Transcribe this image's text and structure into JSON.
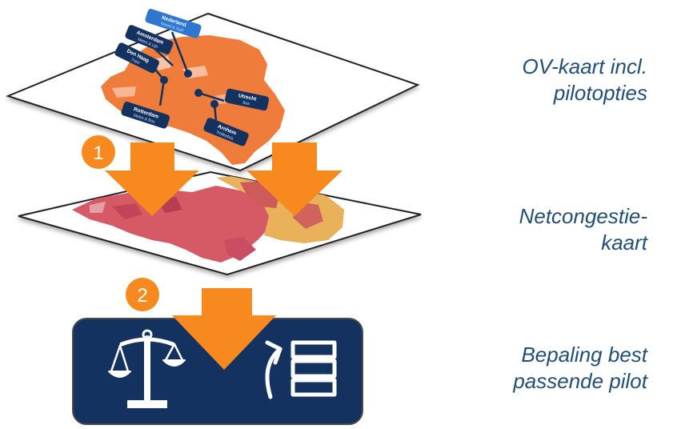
{
  "layers": {
    "top": {
      "caption_line1": "OV-kaart incl.",
      "caption_line2": "pilotopties",
      "pins": [
        {
          "name": "Nederland",
          "sub": "Noord & Zuid"
        },
        {
          "name": "Amsterdam",
          "sub": "Metro & Lijn"
        },
        {
          "name": "Den Haag",
          "sub": "Tram"
        },
        {
          "name": "Utrecht",
          "sub": "Bus"
        },
        {
          "name": "Rotterdam",
          "sub": "Metro & Bus"
        },
        {
          "name": "Arnhem",
          "sub": "Trolleybus"
        }
      ]
    },
    "middle": {
      "caption_line1": "Netcongestie-",
      "caption_line2": "kaart"
    },
    "bottom": {
      "caption_line1": "Bepaling best",
      "caption_line2": "passende pilot",
      "icons": [
        "balance-scale-icon",
        "ranking-list-icon"
      ]
    }
  },
  "steps": [
    "1",
    "2"
  ],
  "colors": {
    "arrow": "#f7891f",
    "badge": "#f7891f",
    "navy": "#14325f",
    "map_orange": "#f07c3c",
    "congestion_red": "#d65a66",
    "congestion_yellow": "#e8b15a",
    "caption": "#1f4e79"
  }
}
